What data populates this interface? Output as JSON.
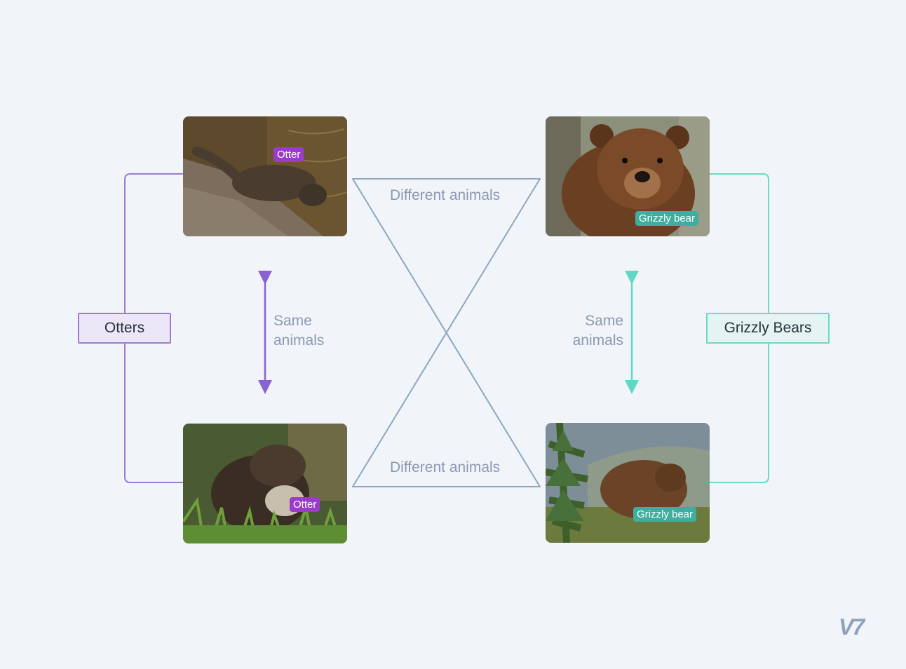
{
  "groups": {
    "left": "Otters",
    "right": "Grizzly Bears"
  },
  "photo_tags": {
    "otter_top": "Otter",
    "otter_bottom": "Otter",
    "bear_top": "Grizzly bear",
    "bear_bottom": "Grizzly bear"
  },
  "relations": {
    "different_top": "Different animals",
    "different_bottom": "Different animals",
    "same_left_line1": "Same",
    "same_left_line2": "animals",
    "same_right_line1": "Same",
    "same_right_line2": "animals"
  },
  "logo": "V7",
  "colors": {
    "background": "#f1f4f9",
    "otter_accent": "#9c7cd3",
    "otter_tag": "#9b3bc9",
    "bear_accent": "#6fd8c5",
    "bear_tag": "#3fae9f",
    "different_lines": "#8fa6bf",
    "caption_text": "#8a9ab0"
  }
}
